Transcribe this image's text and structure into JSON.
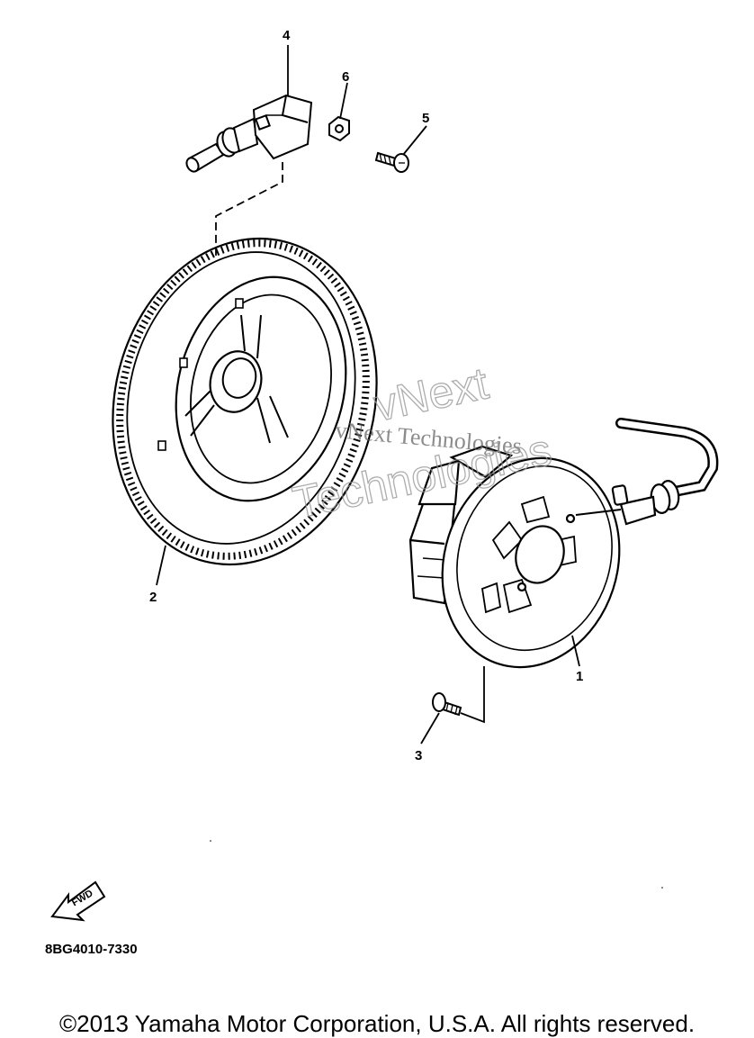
{
  "callouts": {
    "c1": "1",
    "c2": "2",
    "c3": "3",
    "c4": "4",
    "c5": "5",
    "c6": "6"
  },
  "fwd_label": "FWD",
  "part_code": "8BG4010-7330",
  "watermark": {
    "line1": "vNext Technologies",
    "outline_line1": "vNext",
    "outline_line2": "Technologies"
  },
  "copyright": "©2013 Yamaha Motor Corporation, U.S.A. All rights reserved."
}
